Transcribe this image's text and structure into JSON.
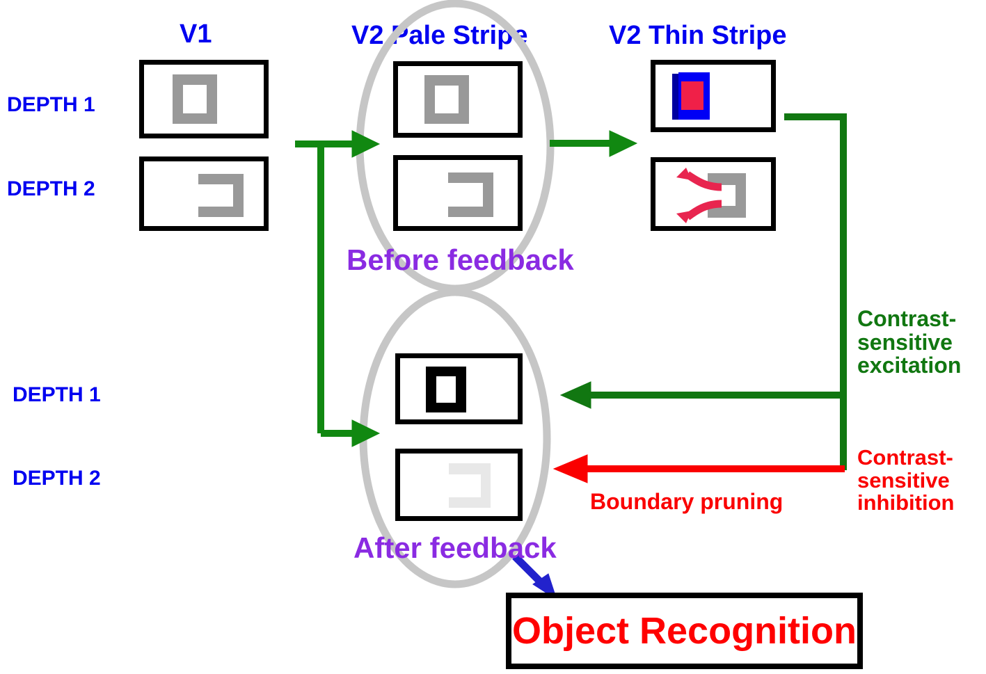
{
  "diagram": {
    "title_row": [
      {
        "id": "v1",
        "label": "V1"
      },
      {
        "id": "v2-pale-stripe",
        "label": "V2 Pale Stripe"
      },
      {
        "id": "v2-thin-stripe",
        "label": "V2 Thin Stripe"
      }
    ],
    "depth_labels_top": [
      {
        "id": "depth-1-top",
        "label": "DEPTH 1"
      },
      {
        "id": "depth-2-top",
        "label": "DEPTH 2"
      }
    ],
    "depth_labels_bottom": [
      {
        "id": "depth-1-bottom",
        "label": "DEPTH 1"
      },
      {
        "id": "depth-2-bottom",
        "label": "DEPTH 2"
      }
    ],
    "stage_labels": {
      "before": "Before feedback",
      "after": "After feedback"
    },
    "annotations": {
      "excitation": "Contrast-\nsensitive\nexcitation",
      "inhibition": "Contrast-\nsensitive\ninhibition",
      "boundary_pruning": "Boundary pruning"
    },
    "output_box": {
      "label": "Object Recognition"
    },
    "panels": [
      {
        "id": "v1-depth1",
        "content": "gray-square-outline"
      },
      {
        "id": "v1-depth2",
        "content": "gray-c-shape"
      },
      {
        "id": "pale-depth1",
        "content": "gray-square-outline"
      },
      {
        "id": "pale-depth2",
        "content": "gray-c-shape"
      },
      {
        "id": "thin-depth1",
        "content": "blue-red-filled-square"
      },
      {
        "id": "thin-depth2",
        "content": "gray-c-shape-with-red-arrows"
      },
      {
        "id": "after-depth1",
        "content": "black-square-outline"
      },
      {
        "id": "after-depth2",
        "content": "faint-gray-c-shape"
      }
    ],
    "colors": {
      "heading_blue": "#0000f0",
      "feedback_purple": "#8a2be2",
      "excitation_green": "#117711",
      "inhibition_red": "#fa0000",
      "output_red": "#ff0000",
      "ellipse_gray": "#c6c6c6",
      "shape_gray": "#999999",
      "faint_gray": "#e8e8e8",
      "fill_blue": "#0000f5",
      "fill_dark_blue": "#0000a0",
      "fill_crimson": "#f02048",
      "arrow_blue": "#2222cc"
    }
  }
}
